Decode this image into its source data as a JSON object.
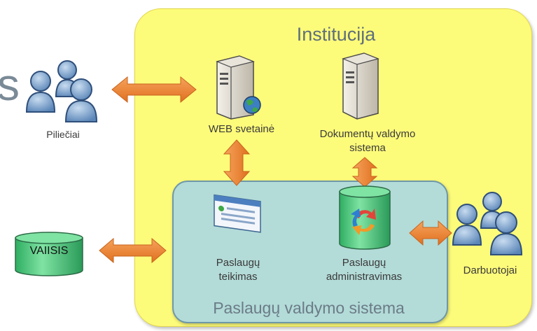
{
  "partial_left_text": "s",
  "institution": {
    "title": "Institucija"
  },
  "service_system": {
    "title": "Paslaugų valdymo sistema"
  },
  "nodes": {
    "citizens": "Piliečiai",
    "web": "WEB svetainė",
    "dms": [
      "Dokumentų valdymo",
      "sistema"
    ],
    "vaiisis": "VAIISIS",
    "service_provision": [
      "Paslaugų",
      "teikimas"
    ],
    "service_admin": [
      "Paslaugų",
      "administravimas"
    ],
    "employees": "Darbuotojai"
  },
  "colors": {
    "institution_fill": "#fdfb7a",
    "system_fill": "#b3dbd8",
    "arrow": "#ef8a3a",
    "database": "#3ec47a",
    "people": "#6f98c4"
  },
  "icons": [
    "people-icon",
    "server-icon",
    "globe-icon",
    "database-icon",
    "browser-window-icon",
    "recycle-icon",
    "double-arrow-icon"
  ]
}
